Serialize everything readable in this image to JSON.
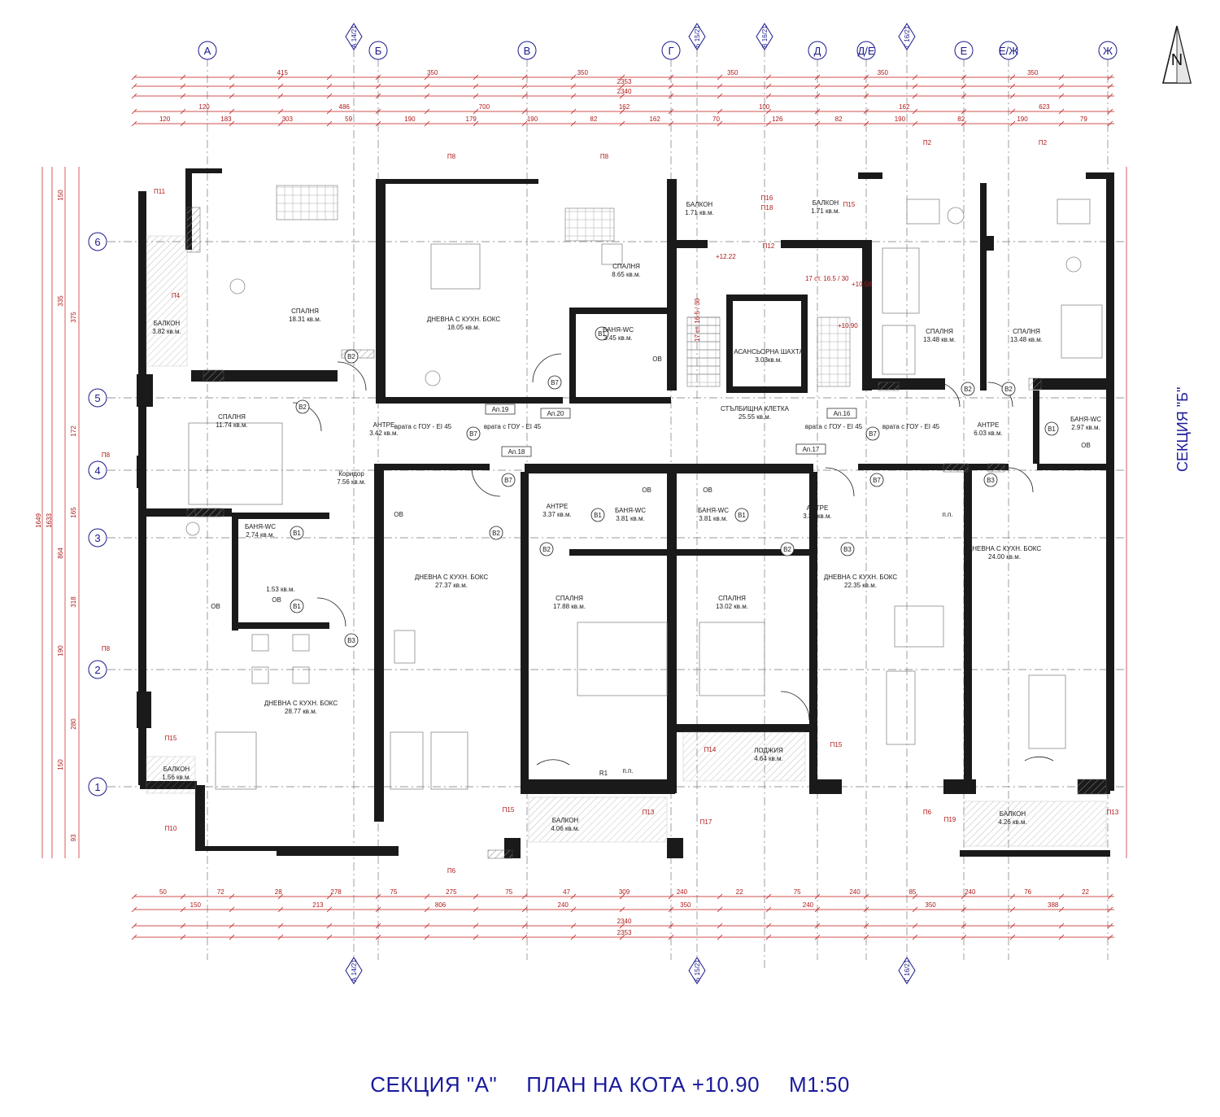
{
  "title": {
    "section": "СЕКЦИЯ \"А\"",
    "plan": "ПЛАН НА КОТА +10.90",
    "scale": "М1:50"
  },
  "side_label": "СЕКЦИЯ \"Б\"",
  "north_label": "N",
  "colors": {
    "wall": "#1a1a1a",
    "dimension": "#c01818",
    "axis": "#1a1a8c",
    "hatch": "#9a9a9a"
  },
  "grid_columns": [
    "А",
    "Б",
    "В",
    "Г",
    "Д",
    "Д/Е",
    "Е",
    "Е/Ж",
    "Ж"
  ],
  "grid_rows": [
    "6",
    "5",
    "4",
    "3",
    "2",
    "1"
  ],
  "section_markers": [
    "А 14/21",
    "Б 15/21",
    "В 16/21",
    "Г 16/21"
  ],
  "top_dimensions": {
    "row1": [
      "415",
      "350",
      "350",
      "350",
      "350",
      "350"
    ],
    "row2": [
      "2353"
    ],
    "row3": [
      "2340"
    ],
    "row4": [
      "120",
      "486",
      "700",
      "162",
      "100",
      "162",
      "623"
    ],
    "row5": [
      "120",
      "183",
      "303",
      "59",
      "190",
      "179",
      "190",
      "82",
      "162",
      "70",
      "126",
      "82",
      "190",
      "82",
      "190",
      "79"
    ]
  },
  "bottom_dimensions": {
    "row1": [
      "50",
      "72",
      "28",
      "278",
      "75",
      "275",
      "75",
      "47",
      "309",
      "240",
      "22",
      "75",
      "240",
      "85",
      "240",
      "76",
      "22"
    ],
    "row2": [
      "150",
      "213",
      "806",
      "240",
      "350",
      "240",
      "350",
      "388"
    ],
    "row3": [
      "2340"
    ],
    "row4": [
      "2353"
    ]
  },
  "left_dimensions": [
    "150",
    "335",
    "375",
    "172",
    "165",
    "318",
    "190",
    "280",
    "150",
    "93",
    "864",
    "1633",
    "1649"
  ],
  "rooms": [
    {
      "id": "r1",
      "name": "СПАЛНЯ",
      "area": "18.31 кв.м."
    },
    {
      "id": "r2",
      "name": "ДНЕВНА С КУХН. БОКС",
      "area": "18.05 кв.м."
    },
    {
      "id": "r3",
      "name": "СПАЛНЯ",
      "area": "8.65 кв.м."
    },
    {
      "id": "r4",
      "name": "БАНЯ-WC",
      "area": "3.45 кв.м."
    },
    {
      "id": "r5",
      "name": "АСАНСЬОРНА ШАХТА",
      "area": "3.03кв.м."
    },
    {
      "id": "r6",
      "name": "СПАЛНЯ",
      "area": "13.48 кв.м."
    },
    {
      "id": "r7",
      "name": "СПАЛНЯ",
      "area": "13.48 кв.м."
    },
    {
      "id": "r8",
      "name": "БАЛКОН",
      "area": "3.82 кв.м."
    },
    {
      "id": "r9",
      "name": "СПАЛНЯ",
      "area": "11.74 кв.м."
    },
    {
      "id": "r10",
      "name": "АНТРЕ",
      "area": "3.42 кв.м."
    },
    {
      "id": "r11",
      "name": "Коридор",
      "area": "7.56 кв.м."
    },
    {
      "id": "r12",
      "name": "СТЪЛБИЩНА КЛЕТКА",
      "area": "25.55 кв.м."
    },
    {
      "id": "r13",
      "name": "АНТРЕ",
      "area": "6.03 кв.м."
    },
    {
      "id": "r14",
      "name": "БАНЯ-WC",
      "area": "2.97 кв.м."
    },
    {
      "id": "r15",
      "name": "БАНЯ-WC",
      "area": "2.74 кв.м."
    },
    {
      "id": "r16",
      "name": "АНТРЕ",
      "area": "3.37 кв.м."
    },
    {
      "id": "r17",
      "name": "БАНЯ-WC",
      "area": "3.81 кв.м."
    },
    {
      "id": "r18",
      "name": "БАНЯ-WC",
      "area": "3.81 кв.м."
    },
    {
      "id": "r19",
      "name": "АНТРЕ",
      "area": "3.37 кв.м."
    },
    {
      "id": "r20",
      "name": "ДНЕВНА С КУХН. БОКС",
      "area": "24.00 кв.м."
    },
    {
      "id": "r21",
      "name": "ДНЕВНА С КУХН. БОКС",
      "area": "27.37 кв.м."
    },
    {
      "id": "r22",
      "name": "СПАЛНЯ",
      "area": "17.88 кв.м."
    },
    {
      "id": "r23",
      "name": "СПАЛНЯ",
      "area": "13.02 кв.м."
    },
    {
      "id": "r24",
      "name": "ДНЕВНА С КУХН. БОКС",
      "area": "22.35 кв.м."
    },
    {
      "id": "r25",
      "name": "ДНЕВНА С КУХН. БОКС",
      "area": "28.77 кв.м."
    },
    {
      "id": "r26",
      "name": "ЛОДЖИЯ",
      "area": "4.64 кв.м."
    },
    {
      "id": "r27",
      "name": "БАЛКОН",
      "area": "1.56 кв.м."
    },
    {
      "id": "r28",
      "name": "БАЛКОН",
      "area": "4.06 кв.м."
    },
    {
      "id": "r29",
      "name": "БАЛКОН",
      "area": "4.26 кв.м."
    },
    {
      "id": "r30",
      "name": "БАЛКОН",
      "area": "1.71 кв.м."
    },
    {
      "id": "r31",
      "name": "БАЛКОН",
      "area": "1.71 кв.м."
    },
    {
      "id": "r32",
      "name": "",
      "area": "1.53 кв.м."
    }
  ],
  "apartments": [
    "Ап.19",
    "Ап.20",
    "Ап.18",
    "Ап.16",
    "Ап.17"
  ],
  "door_notes": [
    "врата с ГОУ - EI 45",
    "врата с ГОУ - EI 45",
    "врата с ГОУ - EI 45",
    "врата с ГОУ - EI 45"
  ],
  "levels": [
    "+12.22",
    "+10.58",
    "+10.90"
  ],
  "stairs": [
    "17 ст. 16.5 / 30",
    "17 ст. 16.5 / 30"
  ],
  "openings": [
    "П11",
    "П8",
    "П8",
    "П2",
    "П2",
    "П4",
    "П8",
    "П8",
    "П15",
    "П10",
    "П15",
    "П6",
    "П13",
    "П17",
    "П14",
    "П15",
    "П6",
    "П19",
    "П13",
    "П16",
    "П18",
    "П15",
    "П12"
  ],
  "doors": [
    "В2",
    "В2",
    "В1",
    "В7",
    "В7",
    "В7",
    "В7",
    "В3",
    "В3",
    "В1",
    "В1",
    "В2",
    "В2",
    "В3",
    "В1",
    "В1",
    "В2",
    "В2",
    "В2",
    "В1",
    "В7"
  ],
  "misc_labels": [
    "R1",
    "ОВ",
    "ОВ",
    "ОВ",
    "ОВ",
    "ОВ",
    "ОВ",
    "ОВ",
    "п.п.",
    "п.п."
  ]
}
